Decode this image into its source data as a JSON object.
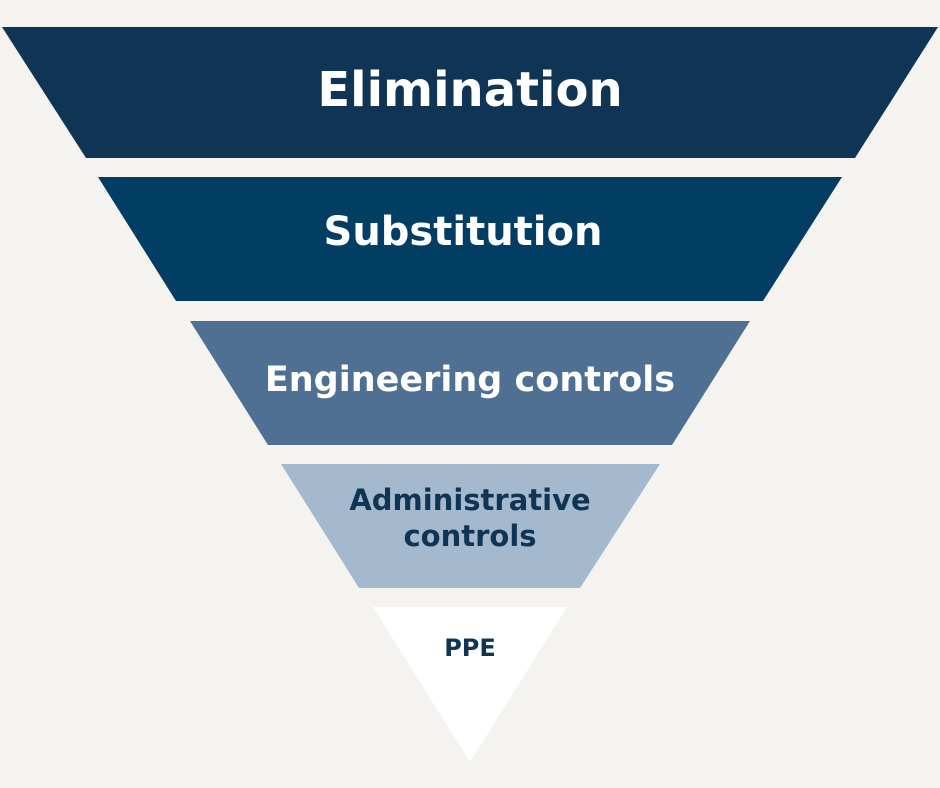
{
  "diagram": {
    "tiers": [
      {
        "label": "Elimination",
        "fill": "#0f3454",
        "text_color": "#ffffff"
      },
      {
        "label": "Substitution",
        "fill": "#023d63",
        "text_color": "#ffffff"
      },
      {
        "label": "Engineering controls",
        "fill": "#4f7092",
        "text_color": "#ffffff"
      },
      {
        "label": "Administrative controls",
        "fill": "#a4b9cd",
        "text_color": "#0f3454"
      },
      {
        "label": "PPE",
        "fill": "#ffffff",
        "text_color": "#0f3454"
      }
    ]
  }
}
